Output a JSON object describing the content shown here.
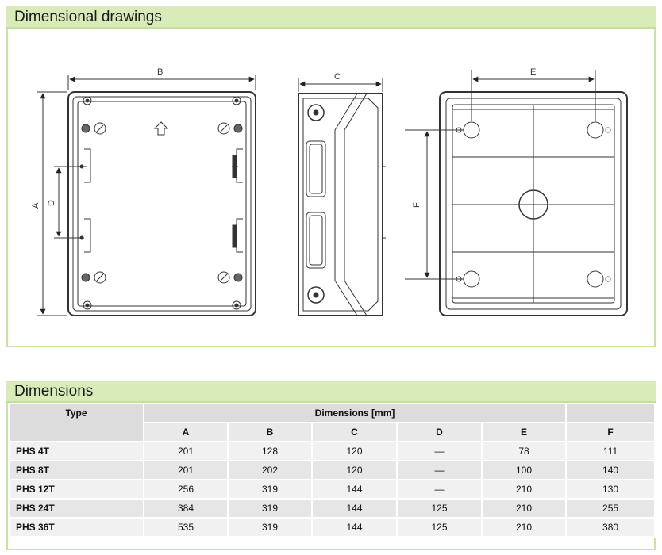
{
  "drawings": {
    "title": "Dimensional drawings",
    "labels": {
      "a": "A",
      "b": "B",
      "c": "C",
      "d": "D",
      "e": "E",
      "f": "F"
    }
  },
  "dimensions": {
    "title": "Dimensions",
    "type_header": "Type",
    "group_header": "Dimensions [mm]",
    "columns": [
      "A",
      "B",
      "C",
      "D",
      "E",
      "F"
    ],
    "rows": [
      {
        "type": "PHS 4T",
        "values": [
          "201",
          "128",
          "120",
          "—",
          "78",
          "111"
        ]
      },
      {
        "type": "PHS 8T",
        "values": [
          "201",
          "202",
          "120",
          "—",
          "100",
          "140"
        ]
      },
      {
        "type": "PHS 12T",
        "values": [
          "256",
          "319",
          "144",
          "—",
          "210",
          "130"
        ]
      },
      {
        "type": "PHS 24T",
        "values": [
          "384",
          "319",
          "144",
          "125",
          "210",
          "255"
        ]
      },
      {
        "type": "PHS 36T",
        "values": [
          "535",
          "319",
          "144",
          "125",
          "210",
          "380"
        ]
      }
    ]
  }
}
